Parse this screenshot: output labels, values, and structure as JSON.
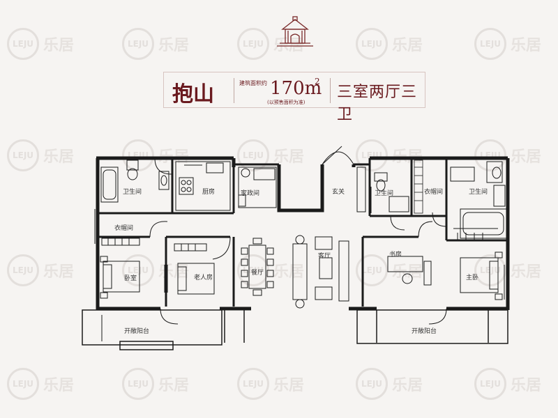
{
  "watermark": {
    "logo_text": "LEJU",
    "brand": "乐居"
  },
  "title": {
    "name": "抱山",
    "area_label": "建筑面积约",
    "area": "170m",
    "area_sup": "2",
    "area_note": "(以预售面积为准)",
    "layout": "三室两厅三卫"
  },
  "rooms": {
    "bath_left": "卫生间",
    "kitchen": "厨房",
    "utility": "家政间",
    "foyer": "玄关",
    "bath_mid": "卫生间",
    "closet_right": "衣帽间",
    "bath_right": "卫生间",
    "closet_left": "衣帽间",
    "bedroom_left": "卧室",
    "elder_room": "老人房",
    "dining": "餐厅",
    "living": "客厅",
    "study": "书房",
    "master": "主卧",
    "balcony_left": "开敞阳台",
    "balcony_right": "开敞阳台"
  },
  "colors": {
    "accent": "#6a1a1f",
    "wall": "#1b1b1b",
    "background": "#f6f4f2"
  }
}
